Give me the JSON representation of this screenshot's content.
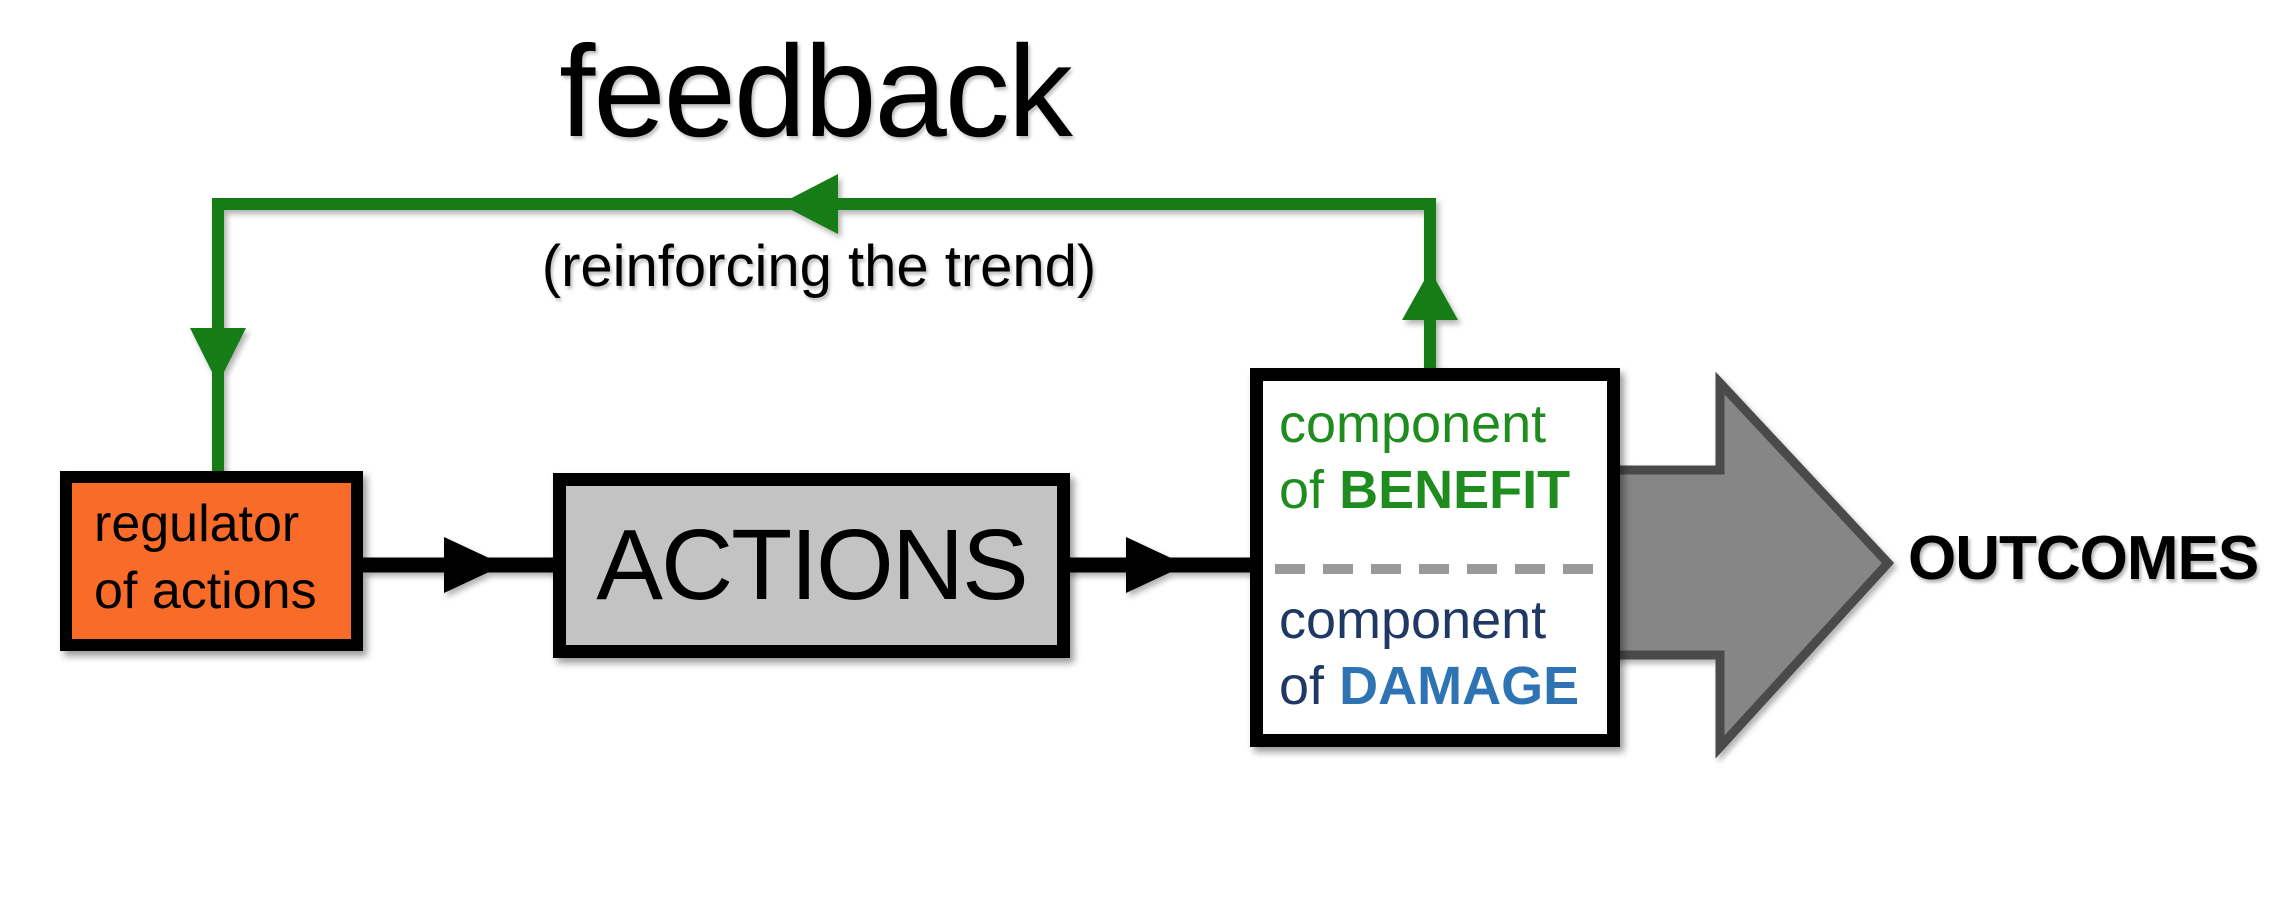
{
  "title": "feedback",
  "subtitle": "(reinforcing the trend)",
  "boxes": {
    "regulator": {
      "line1": "regulator",
      "line2": "of actions"
    },
    "actions": {
      "label": "ACTIONS"
    },
    "component": {
      "benefit": {
        "line1": "component",
        "of": "of",
        "word": "BENEFIT"
      },
      "damage": {
        "line1": "component",
        "of": "of",
        "word": "DAMAGE"
      }
    }
  },
  "outcomes_label": "OUTCOMES",
  "colors": {
    "green": "#167C16",
    "text_green": "#1E8C1E",
    "navy": "#203864",
    "blue": "#2E74B5",
    "orange": "#F86B28",
    "actions_gray": "#C3C3C3",
    "arrow_gray": "#868686",
    "arrow_border": "#4A4A4A",
    "dash_gray": "#999999",
    "line_black": "#000000"
  }
}
